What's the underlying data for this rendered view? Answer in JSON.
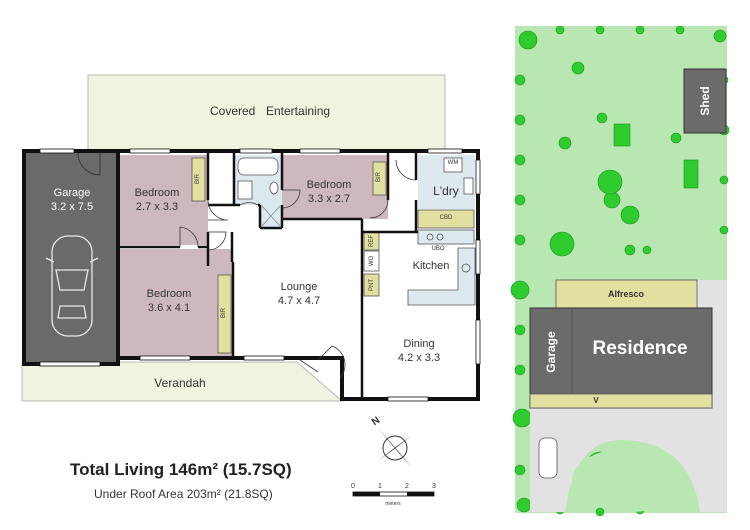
{
  "floorplan": {
    "covered_entertaining": {
      "word1": "Covered",
      "word2": "Entertaining"
    },
    "garage": {
      "name": "Garage",
      "dims": "3.2 x 7.5"
    },
    "bedroom1": {
      "name": "Bedroom",
      "dims": "2.7 x 3.3"
    },
    "bedroom2": {
      "name": "Bedroom",
      "dims": "3.3 x 2.7"
    },
    "bedroom3": {
      "name": "Bedroom",
      "dims": "3.6 x 4.1"
    },
    "lounge": {
      "name": "Lounge",
      "dims": "4.7 x 4.7"
    },
    "dining": {
      "name": "Dining",
      "dims": "4.2 x 3.3"
    },
    "kitchen": {
      "name": "Kitchen"
    },
    "laundry": {
      "name": "L'dry"
    },
    "verandah": {
      "name": "Verandah"
    },
    "abbr": {
      "bir": "BIR",
      "wm": "WM",
      "cbd": "CBD",
      "ubo": "UBO",
      "ref": "REF",
      "wo": "WO",
      "pnt": "PNT"
    }
  },
  "site": {
    "shed": "Shed",
    "alfresco": "Alfresco",
    "garage": "Garage",
    "residence": "Residence",
    "v": "V"
  },
  "totals": {
    "total_living": "Total Living 146m² (15.7SQ)",
    "under_roof": "Under Roof Area 203m² (21.8SQ)"
  },
  "scale": {
    "ticks": [
      "0",
      "1",
      "2",
      "3"
    ],
    "unit": "meters"
  },
  "compass": {
    "north": "N"
  },
  "colors": {
    "wall": "#111111",
    "garage_fill": "#6a6a6a",
    "bedroom_fill": "#cdb9bd",
    "wet_fill": "#dce9ef",
    "outdoor_fill": "#f0f3e0",
    "robe_fill": "#e2e0a0",
    "lawn": "#b9e7b2",
    "hedge": "#2ecc2e",
    "building": "#6b6b6b"
  }
}
